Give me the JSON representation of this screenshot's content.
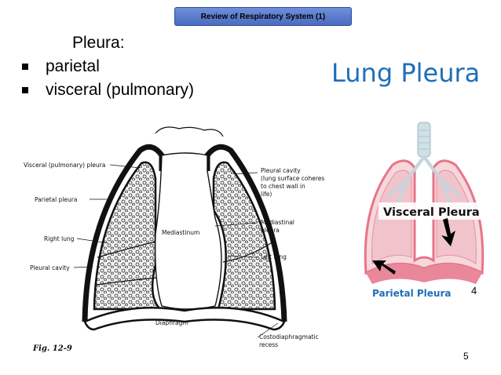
{
  "header": {
    "label": "Review of Respiratory System (1)"
  },
  "bullets": {
    "title": "Pleura:",
    "items": [
      "parietal",
      "visceral (pulmonary)"
    ]
  },
  "lung_title": "Lung Pleura",
  "diagram": {
    "labels": {
      "visceral": "Visceral (pulmonary) pleura",
      "parietal": "Parietal pleura",
      "right_lung": "Right lung",
      "pleural_cavity_left": "Pleural cavity",
      "mediastinum": "Mediastinum",
      "diaphragm": "Diaphragm",
      "pleural_cavity_right_1": "Pleural cavity",
      "pleural_cavity_right_2": "(lung surface coheres",
      "pleural_cavity_right_3": "to chest wall in",
      "pleural_cavity_right_4": "life)",
      "mediastinal_1": "Mediastinal",
      "mediastinal_2": "pleura",
      "left_lung": "Left lung",
      "costo_1": "Costodiaphragmatic",
      "costo_2": "recess"
    },
    "figure_caption": "Fig. 12-9"
  },
  "photo": {
    "visceral_label": "Visceral Pleura",
    "parietal_label": "Parietal Pleura",
    "colors": {
      "lung": "#f1c4cc",
      "pleura": "#e8748a",
      "label_bg": "#ffffff"
    }
  },
  "ref_number": "4",
  "page_number": "5"
}
